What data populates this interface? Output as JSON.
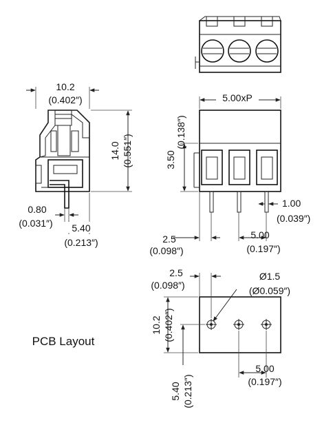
{
  "side_view": {
    "width_mm": "10.2",
    "width_in": "(0.402″)",
    "height_mm": "14.0",
    "height_in": "(0.551″)",
    "pin_mm": "0.80",
    "pin_in": "(0.031″)",
    "offset_mm": "5.40",
    "offset_in": "(0.213″)"
  },
  "front_view": {
    "pitch_label": "5.00xP",
    "height_mm": "3.50",
    "height_in": "(0.138″)",
    "pin_mm": "1.00",
    "pin_in": "(0.039″)",
    "edge_mm": "2.5",
    "edge_in": "(0.098″)",
    "pitch_mm": "5.00",
    "pitch_in": "(0.197″)"
  },
  "pcb_layout": {
    "title": "PCB Layout",
    "edge_mm": "2.5",
    "edge_in": "(0.098″)",
    "hole_mm": "Ø1.5",
    "hole_in": "(Ø0.059″)",
    "height_mm": "10.2",
    "height_in": "(0.402″)",
    "pitch_mm": "5.00",
    "pitch_in": "(0.197″)",
    "offset_mm": "5.40",
    "offset_in": "(0.213″)"
  }
}
